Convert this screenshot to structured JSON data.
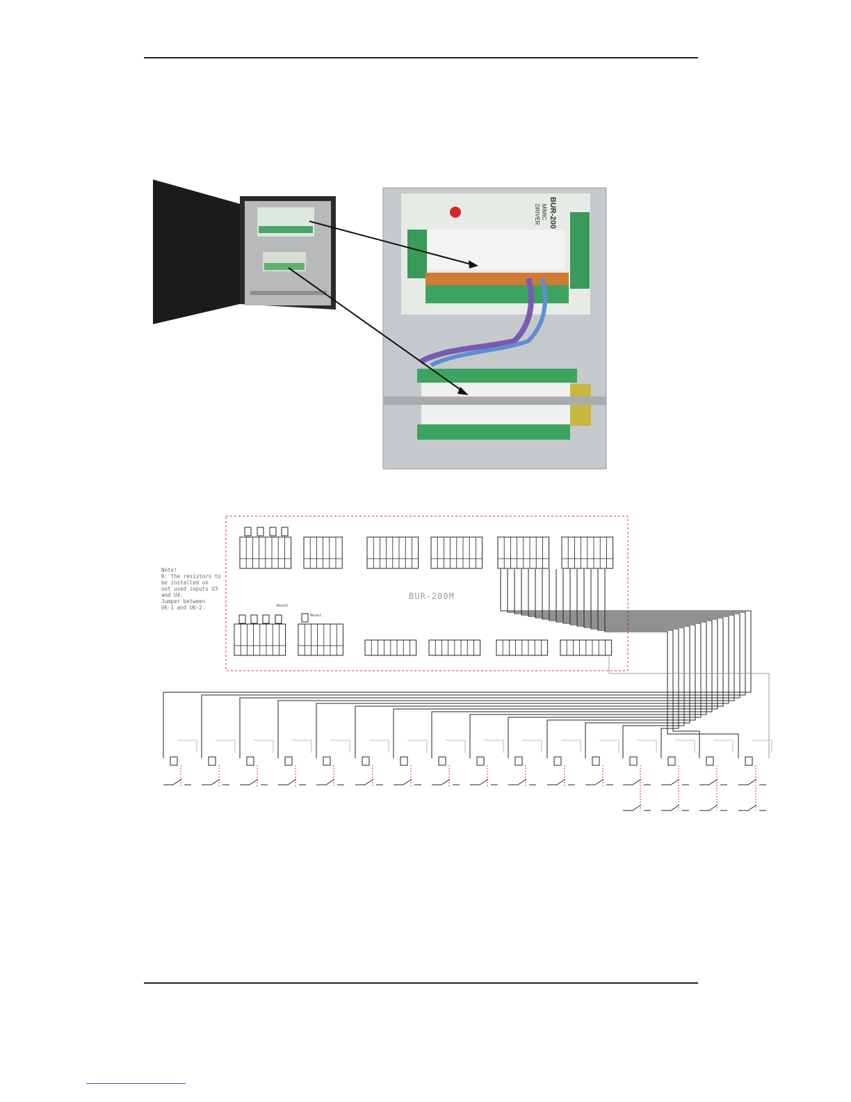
{
  "photo_labels": {
    "module_model": "BUR-200",
    "module_subtitle_1": "MIMIC",
    "module_subtitle_2": "DRIVER"
  },
  "schematic": {
    "title": "BUR-200M",
    "note": "Note!\nR: The resistors to\nbe installed on\nnot used inputs U3\nand U4.\nJumper between\nU6-1 and U6-2.",
    "reset_label_1": "Reset",
    "reset_label_2": "Reset"
  }
}
